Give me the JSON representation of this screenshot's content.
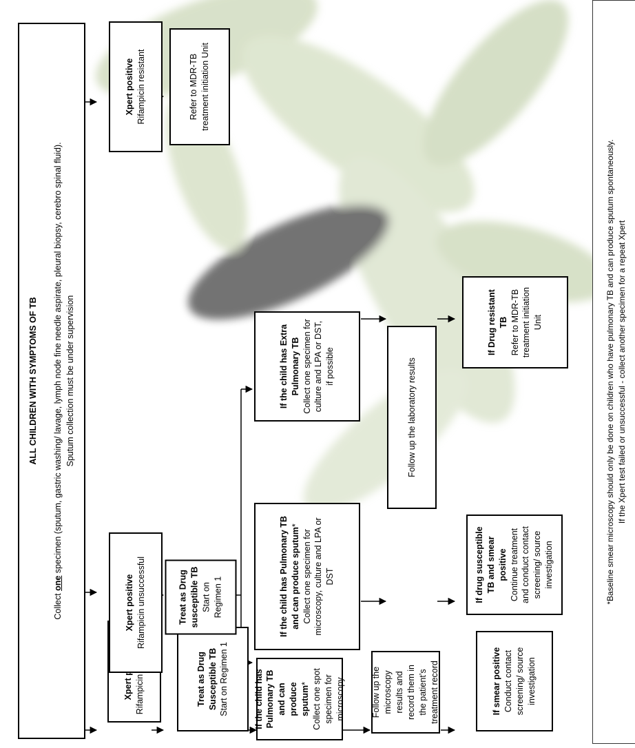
{
  "main": {
    "title": "ALL CHILDREN WITH SYMPTOMS OF TB",
    "line1_pre": "Collect ",
    "line1_em": "one",
    "line1_post": " specimen (sputum, gastric washing/ lavage, lymph node fine needle aspirate, pleural biopsy, cerebro spinal fluid).",
    "line2": "Sputum collection must be under supervision"
  },
  "col1": {
    "xpert_title": "Xpert positive",
    "xpert_body": "Rifampicin susceptible",
    "treat_title": "Treat as Drug Susceptible TB",
    "treat_body": "Start on Regimen 1",
    "pulm_title": "If the child has Pulmonary TB and can produce sputum",
    "pulm_star": "*",
    "pulm_body": "Collect one spot specimen for microscopy",
    "follow_body": "Follow up the microscopy results and record them in the patient’s treatment record",
    "smear_title": "If smear positive",
    "smear_body": "Conduct contact screening/ source investigation"
  },
  "col2": {
    "xpert_title": "Xpert positive",
    "xpert_body": "Rifampicin unsuccessful",
    "treat_title": "Treat as Drug susceptible TB",
    "treat_body": "Start on Regimen 1",
    "pulm_title": "If the child has Pulmonary TB and can produce sputum",
    "pulm_star": "*",
    "pulm_body": "Collect one specimen for microscopy, culture and LPA or DST",
    "extra_title": "If the child has Extra Pulmonary TB",
    "extra_body": "Collect one specimen for culture and LPA or DST, if possible",
    "follow_body": "Follow up the laboratory results",
    "ds_title": "If drug susceptible TB and smear positive",
    "ds_body": "Continue treatment and conduct contact screening/ source investigation",
    "dr_title": "If Drug resistant TB",
    "dr_body": "Refer to MDR-TB treatment initiation Unit"
  },
  "col3": {
    "xpert_title": "Xpert positive",
    "xpert_body": "Rifampicin resistant",
    "refer_body": "Refer to MDR-TB treatment initiation Unit"
  },
  "footnote": {
    "line1": "*Baseline smear microscopy should only be done on children who have pulmonary TB and can produce sputum spontaneously.",
    "line2": "If the Xpert test failed or unsuccessful - collect another specimen for a repeat Xpert"
  },
  "colors": {
    "background_tint": "#c9d6b3",
    "border": "#000000"
  }
}
